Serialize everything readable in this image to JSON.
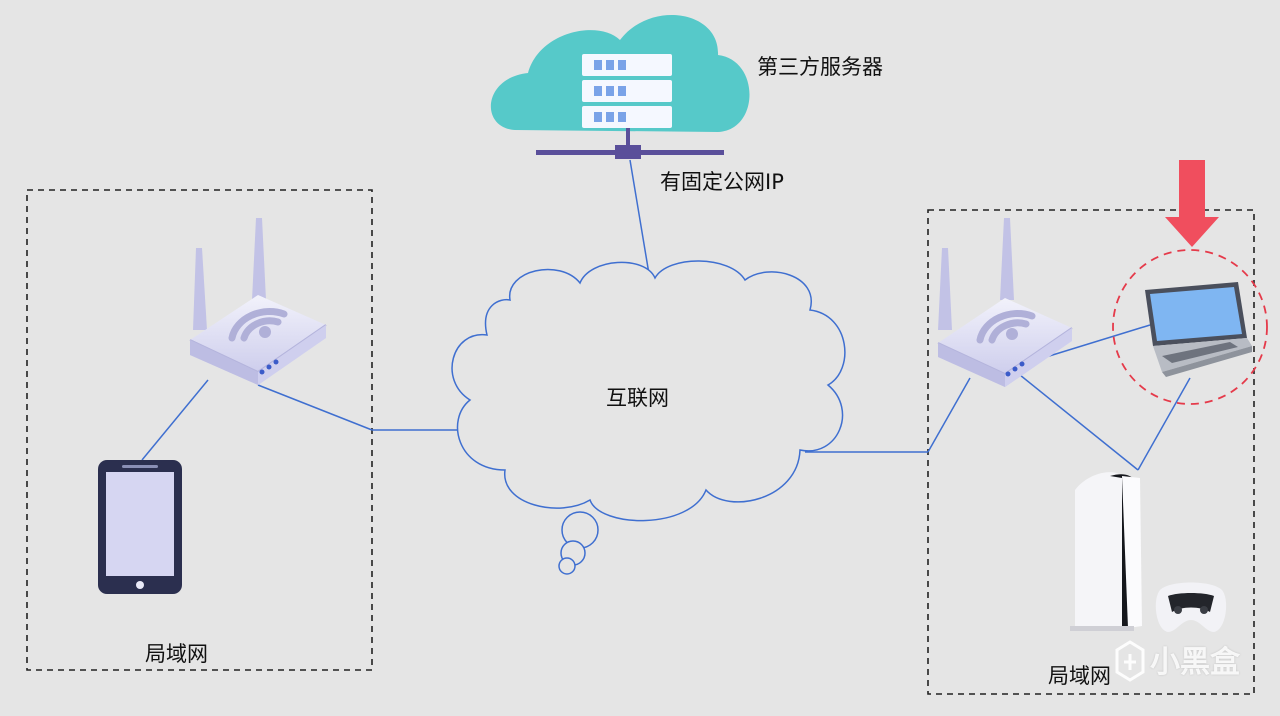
{
  "labels": {
    "server": "第三方服务器",
    "public_ip": "有固定公网IP",
    "internet": "互联网",
    "lan_left": "局域网",
    "lan_right": "局域网"
  },
  "watermark": {
    "text": "小黑盒",
    "icon": "heybox-logo-icon"
  },
  "colors": {
    "background": "#e5e5e5",
    "link_line": "#3f6fd0",
    "cloud_server": "#56c9c9",
    "router": "#c9c9ec",
    "highlight": "#e53a4a",
    "arrow": "#f04e5e"
  }
}
